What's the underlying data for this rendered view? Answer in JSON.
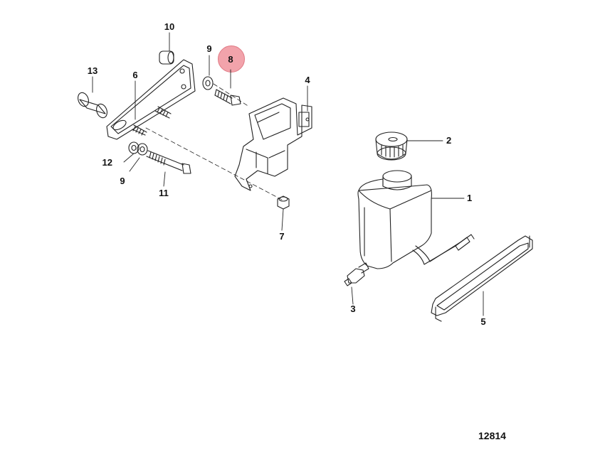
{
  "callouts": {
    "c1": "1",
    "c2": "2",
    "c3": "3",
    "c4": "4",
    "c5": "5",
    "c6": "6",
    "c7": "7",
    "c8": "8",
    "c9a": "9",
    "c9b": "9",
    "c10": "10",
    "c11": "11",
    "c12": "12",
    "c13": "13"
  },
  "highlighted_callout": "8",
  "highlight_color": "#f2a3ab",
  "figure_number": "12814"
}
